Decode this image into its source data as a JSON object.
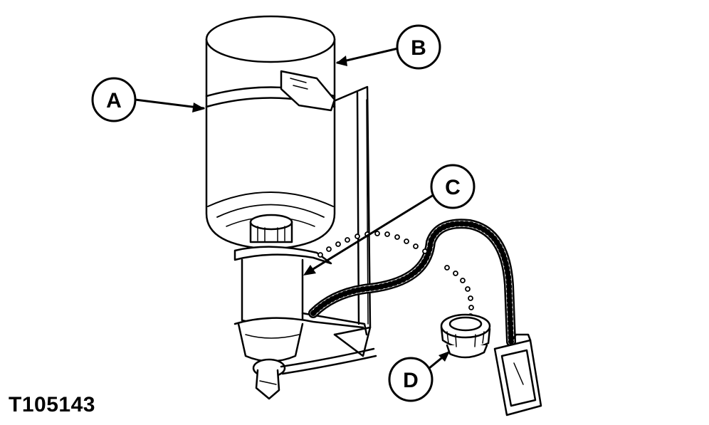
{
  "figure_id": "T105143",
  "callouts": {
    "a": "A",
    "b": "B",
    "c": "C",
    "d": "D"
  }
}
